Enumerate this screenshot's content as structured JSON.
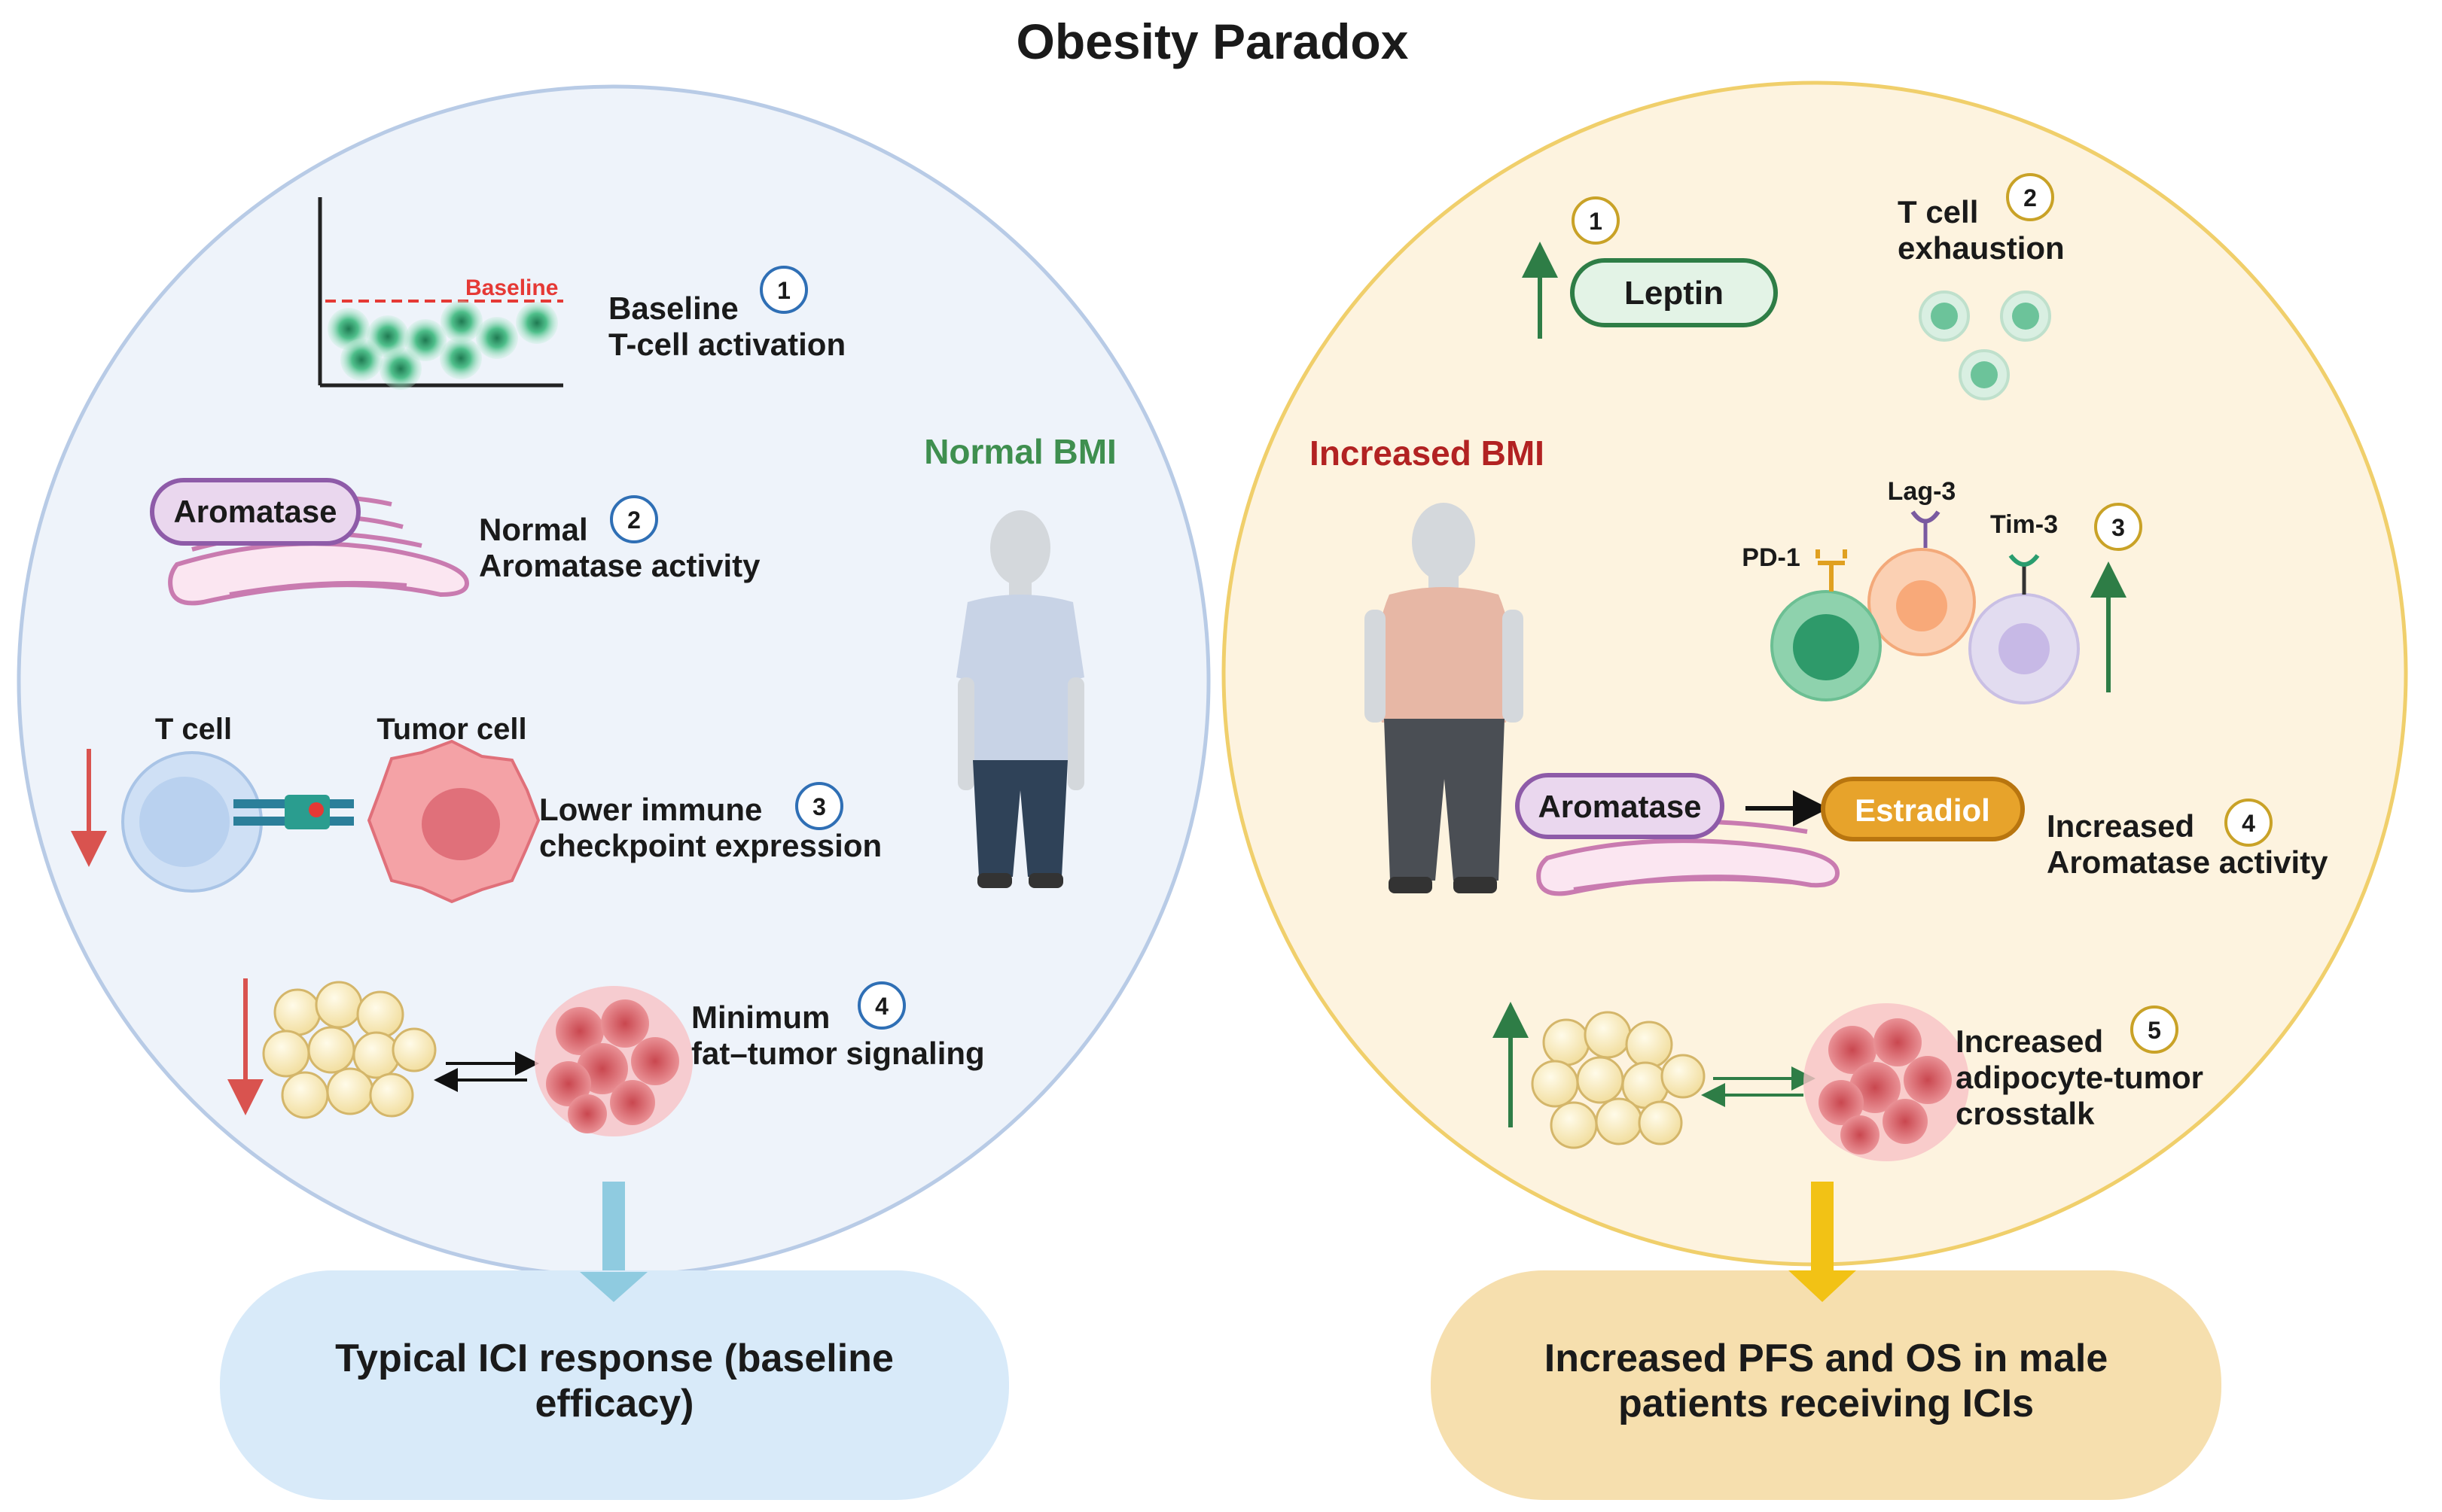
{
  "title": "Obesity Paradox",
  "colors": {
    "title": "#b22222",
    "normal_bmi": "#3f8f4f",
    "increased_bmi": "#b22222",
    "left_panel_fill": "#eef3fa",
    "left_panel_stroke": "#b8cbe6",
    "right_panel_fill": "#fdf3df",
    "right_panel_stroke": "#f0cf6b",
    "down_arrow": "#d9534f",
    "up_arrow": "#2e7d46",
    "left_outcome_fill": "#d8eaf9",
    "right_outcome_fill": "#f6dfae"
  },
  "left": {
    "label": "Normal BMI",
    "baseline_chart_label": "Baseline",
    "items": [
      {
        "num": "1",
        "line1": "Baseline",
        "line2": "T-cell activation"
      },
      {
        "num": "2",
        "line1": "Normal",
        "line2": "Aromatase activity"
      },
      {
        "num": "3",
        "line1": "Lower immune",
        "line2": "checkpoint expression"
      },
      {
        "num": "4",
        "line1": "Minimum",
        "line2": "fat–tumor signaling"
      }
    ],
    "aromatase_label": "Aromatase",
    "t_cell_label": "T cell",
    "tumor_cell_label": "Tumor cell",
    "outcome_line1": "Typical ICI response (baseline",
    "outcome_line2": "efficacy)"
  },
  "right": {
    "label": "Increased BMI",
    "leptin_label": "Leptin",
    "items": [
      {
        "num": "1"
      },
      {
        "num": "2",
        "line1": "T cell",
        "line2": "exhaustion"
      },
      {
        "num": "3"
      },
      {
        "num": "4",
        "line1": "Increased",
        "line2": "Aromatase activity"
      },
      {
        "num": "5",
        "line1": "Increased",
        "line2": "adipocyte-tumor",
        "line3": "crosstalk"
      }
    ],
    "receptors": {
      "pd1": "PD-1",
      "lag3": "Lag-3",
      "tim3": "Tim-3"
    },
    "aromatase_label": "Aromatase",
    "estradiol_label": "Estradiol",
    "outcome_line1": "Increased PFS and OS in male",
    "outcome_line2": "patients receiving ICIs"
  }
}
